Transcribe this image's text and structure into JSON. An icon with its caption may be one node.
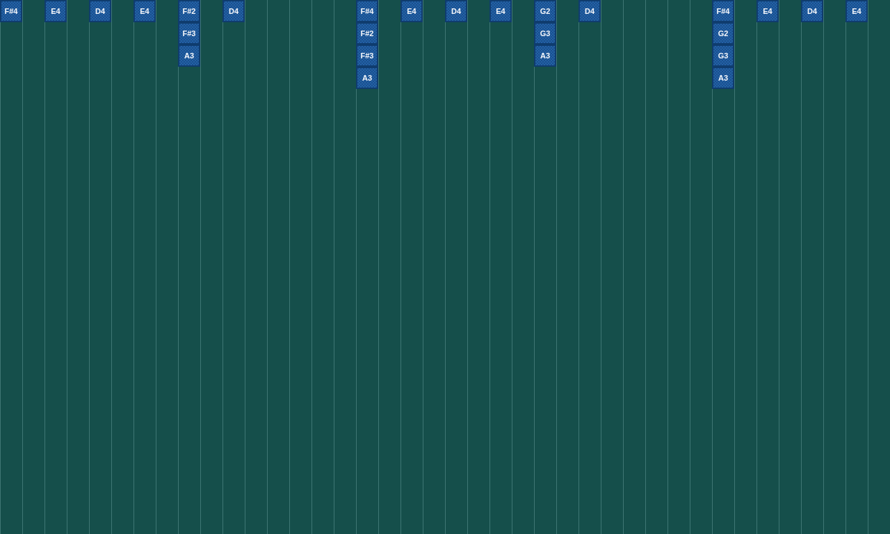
{
  "diagram": {
    "nodes": [
      {
        "text": [
          "F#4"
        ]
      },
      {
        "text": [
          "E4"
        ]
      },
      {
        "text": [
          "D4"
        ]
      },
      {
        "text": [
          "E4"
        ]
      },
      {
        "text": [
          "F#2"
        ]
      },
      {
        "text": [
          "F#3"
        ]
      },
      {
        "text": [
          "A3"
        ]
      },
      {
        "text": [
          "D4"
        ]
      },
      {
        "text": [
          "F#4"
        ]
      },
      {
        "text": [
          "F#2"
        ]
      },
      {
        "text": [
          "F#3"
        ]
      },
      {
        "text": [
          "A3"
        ]
      },
      {
        "text": [
          "E4"
        ]
      },
      {
        "text": [
          "D4"
        ]
      },
      {
        "text": [
          "E4"
        ]
      },
      {
        "text": [
          "G2"
        ]
      },
      {
        "text": [
          "G3"
        ]
      },
      {
        "text": [
          "A3"
        ]
      },
      {
        "text": [
          "D4"
        ]
      },
      {
        "text": [
          "F#4"
        ]
      },
      {
        "text": [
          "G2"
        ]
      },
      {
        "text": [
          "G3"
        ]
      },
      {
        "text": [
          "A3"
        ]
      },
      {
        "text": [
          "E4"
        ]
      },
      {
        "text": [
          "D4"
        ]
      },
      {
        "text": [
          "E4"
        ]
      }
    ]
  }
}
